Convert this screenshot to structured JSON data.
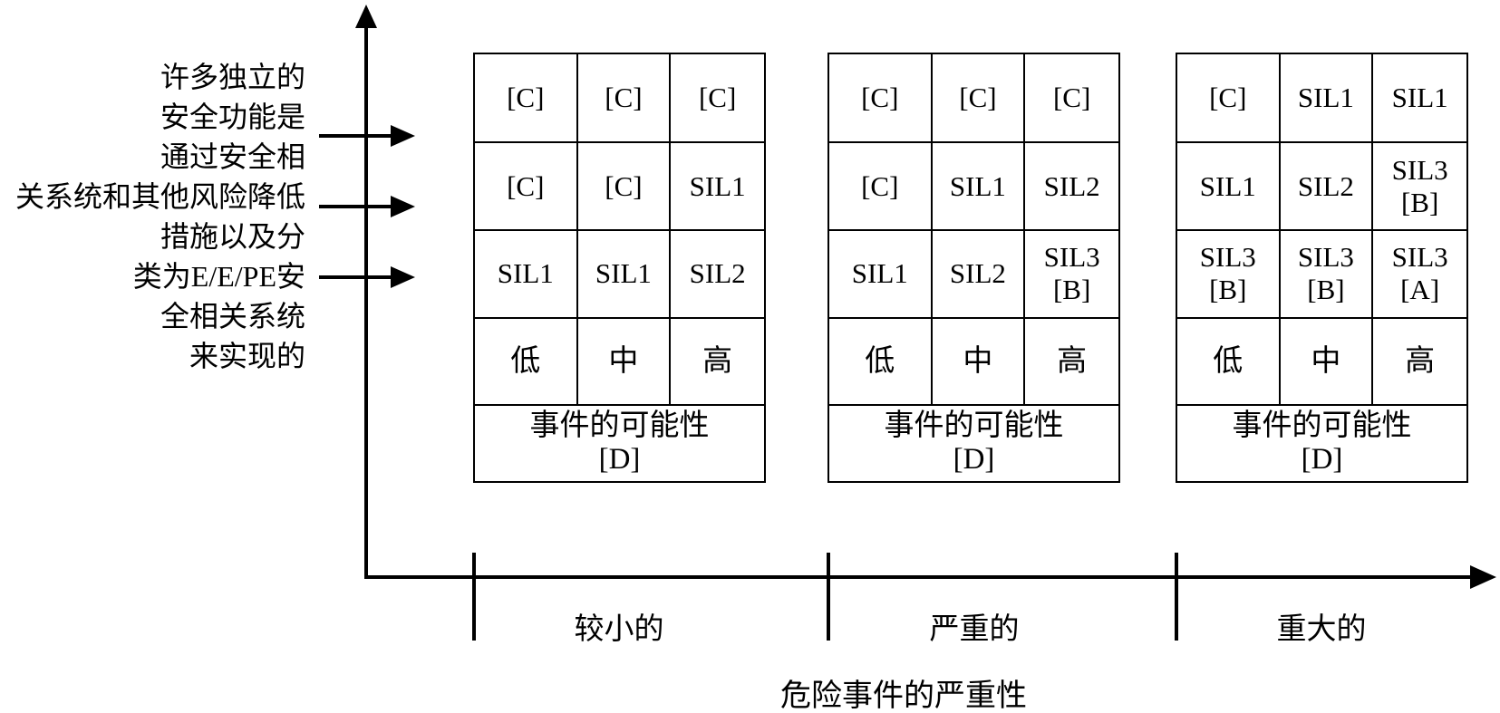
{
  "diagram": {
    "left_annotation": {
      "lines": [
        "许多独立的",
        "安全功能是",
        "通过安全相",
        "关系统和其他风险降低",
        "措施以及分",
        "类为E/E/PE安",
        "全相关系统",
        "来实现的"
      ]
    },
    "matrices": [
      {
        "title": "minor-severity",
        "rows": [
          [
            "[C]",
            "[C]",
            "[C]"
          ],
          [
            "[C]",
            "[C]",
            "SIL1"
          ],
          [
            "SIL1",
            "SIL1",
            "SIL2"
          ]
        ],
        "likelihood_levels": [
          "低",
          "中",
          "高"
        ],
        "footer_lines": [
          "事件的可能性",
          "[D]"
        ]
      },
      {
        "title": "serious-severity",
        "rows": [
          [
            "[C]",
            "[C]",
            "[C]"
          ],
          [
            "[C]",
            "SIL1",
            "SIL2"
          ],
          [
            "SIL1",
            "SIL2",
            "SIL3\n[B]"
          ]
        ],
        "likelihood_levels": [
          "低",
          "中",
          "高"
        ],
        "footer_lines": [
          "事件的可能性",
          "[D]"
        ]
      },
      {
        "title": "major-severity",
        "rows": [
          [
            "[C]",
            "SIL1",
            "SIL1"
          ],
          [
            "SIL1",
            "SIL2",
            "SIL3\n[B]"
          ],
          [
            "SIL3\n[B]",
            "SIL3\n[B]",
            "SIL3\n[A]"
          ]
        ],
        "likelihood_levels": [
          "低",
          "中",
          "高"
        ],
        "footer_lines": [
          "事件的可能性",
          "[D]"
        ]
      }
    ],
    "x_axis": {
      "category_labels": [
        "较小的",
        "严重的",
        "重大的"
      ],
      "title": "危险事件的严重性"
    },
    "colors": {
      "ink": "#000000",
      "background": "#ffffff"
    }
  }
}
